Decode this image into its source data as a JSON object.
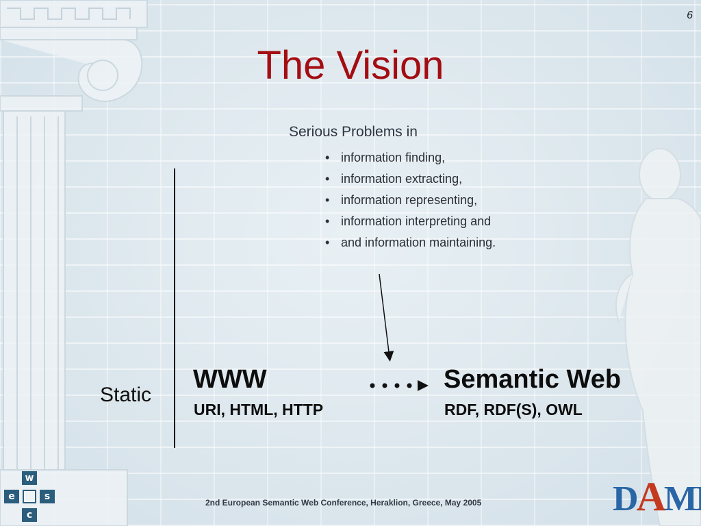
{
  "slide": {
    "number": "6",
    "title": "The Vision",
    "problems_heading": "Serious Problems in",
    "problems": [
      "information finding,",
      "information extracting,",
      "information representing,",
      "information interpreting and",
      "and information maintaining."
    ],
    "bullet": "•",
    "left_label": "Static",
    "from": {
      "title": "WWW",
      "subtitle": "URI, HTML, HTTP"
    },
    "to": {
      "title": "Semantic Web",
      "subtitle": "RDF, RDF(S), OWL"
    },
    "footer": "2nd European Semantic Web Conference, Heraklion, Greece, May 2005"
  },
  "logos": {
    "eswc_letters": [
      "w",
      "e",
      "s",
      "c"
    ],
    "daml_letters": [
      "D",
      "A",
      "ML"
    ]
  },
  "colors": {
    "title": "#a30d12",
    "background": "#dde8ee",
    "eswc_logo": "#2b5d7d",
    "daml_blue": "#2a66a6",
    "daml_red": "#c33a20"
  }
}
